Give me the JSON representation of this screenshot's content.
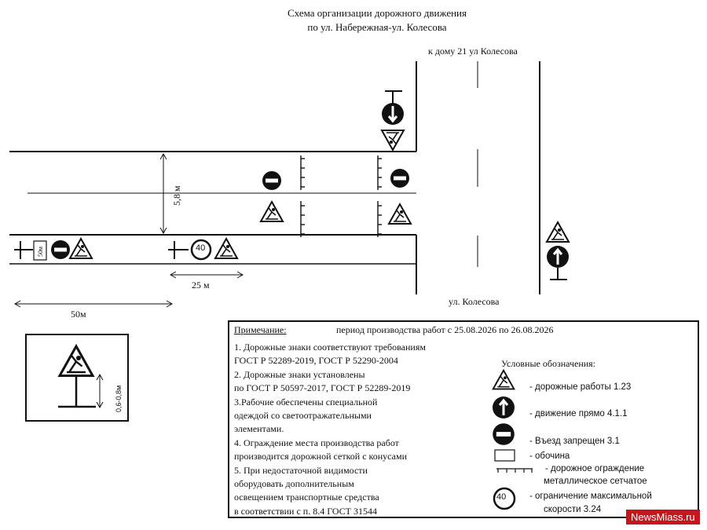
{
  "header": {
    "title_line1": "Схема организации дорожного движения",
    "title_line2": "по ул. Набережная-ул. Колесова"
  },
  "map_labels": {
    "to_house": "к дому 21 ул Колесова",
    "street_name": "ул. Колесова",
    "road_width": "5,8 м",
    "dist_25": "25 м",
    "dist_50": "50м",
    "sign_height": "0,6-0,8м",
    "plate_50": "50м",
    "speed_value": "40"
  },
  "note": {
    "heading": "Примечание:",
    "period": "период производства работ с 25.08.2026 по 26.08.2026",
    "lines": [
      "1. Дорожные знаки соответствуют  требованиям",
      "ГОСТ Р 52289-2019, ГОСТ Р 52290-2004",
      "2. Дорожные знаки установлены",
      "по ГОСТ Р 50597-2017, ГОСТ Р 52289-2019",
      "3.Рабочие обеспечены специальной",
      "одеждой со светоотражательными",
      "элементами.",
      "4. Ограждение места производства работ",
      "производится дорожной сеткой с конусами",
      "5. При недостаточной видимости",
      "оборудовать дополнительным",
      "освещением транспортные средства",
      "в соответствии с п. 8.4 ГОСТ 31544"
    ]
  },
  "legend": {
    "title": "Условные обозначения:",
    "road_works": "-   дорожные работы 1.23",
    "straight": "-   движение прямо 4.1.1",
    "no_entry": "-   Въезд запрещен 3.1",
    "shoulder": "-   обочина",
    "fence_1": "-   дорожное ограждение",
    "fence_2": "металлическое сетчатое",
    "speed_1": "-   ограничение максимальной",
    "speed_2": "скорости 3.24"
  },
  "watermark": "NewsMiass.ru"
}
